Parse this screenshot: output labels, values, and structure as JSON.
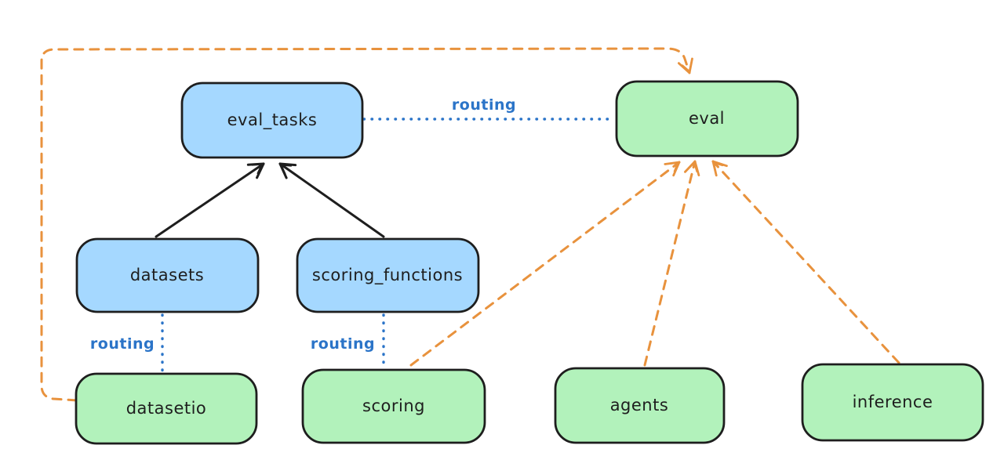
{
  "diagram": {
    "description": "Routing diagram connecting API groups (blue) to providers (green)",
    "nodes": [
      {
        "id": "eval_tasks",
        "label": "eval_tasks",
        "color_group": "blue"
      },
      {
        "id": "eval",
        "label": "eval",
        "color_group": "green"
      },
      {
        "id": "datasets",
        "label": "datasets",
        "color_group": "blue"
      },
      {
        "id": "scoring_functions",
        "label": "scoring_functions",
        "color_group": "blue"
      },
      {
        "id": "datasetio",
        "label": "datasetio",
        "color_group": "green"
      },
      {
        "id": "scoring",
        "label": "scoring",
        "color_group": "green"
      },
      {
        "id": "agents",
        "label": "agents",
        "color_group": "green"
      },
      {
        "id": "inference",
        "label": "inference",
        "color_group": "green"
      }
    ],
    "edges": [
      {
        "from": "datasets",
        "to": "eval_tasks",
        "style": "solid",
        "color": "black",
        "arrow": true,
        "label": ""
      },
      {
        "from": "scoring_functions",
        "to": "eval_tasks",
        "style": "solid",
        "color": "black",
        "arrow": true,
        "label": ""
      },
      {
        "from": "eval_tasks",
        "to": "eval",
        "style": "dotted",
        "color": "blue",
        "arrow": false,
        "label": "routing"
      },
      {
        "from": "datasets",
        "to": "datasetio",
        "style": "dotted",
        "color": "blue",
        "arrow": false,
        "label": "routing"
      },
      {
        "from": "scoring_functions",
        "to": "scoring",
        "style": "dotted",
        "color": "blue",
        "arrow": false,
        "label": "routing"
      },
      {
        "from": "datasetio",
        "to": "eval",
        "style": "dashed",
        "color": "orange",
        "arrow": true,
        "label": ""
      },
      {
        "from": "scoring",
        "to": "eval",
        "style": "dashed",
        "color": "orange",
        "arrow": true,
        "label": ""
      },
      {
        "from": "agents",
        "to": "eval",
        "style": "dashed",
        "color": "orange",
        "arrow": true,
        "label": ""
      },
      {
        "from": "inference",
        "to": "eval",
        "style": "dashed",
        "color": "orange",
        "arrow": true,
        "label": ""
      }
    ],
    "colors": {
      "background": "#ffffff",
      "node_stroke": "#1e1e1e",
      "blue_node_fill": "#a5d8ff",
      "green_node_fill": "#b2f2bb",
      "routing_blue": "#2b74c8",
      "arrow_black": "#1e1e1e",
      "arrow_orange": "#e8923d",
      "text_color": "#1e1e1e"
    }
  }
}
